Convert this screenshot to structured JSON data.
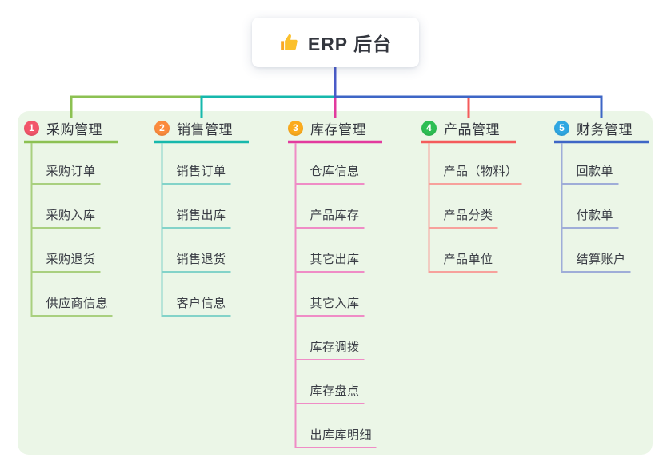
{
  "root": {
    "title": "ERP 后台",
    "icon": "thumbs-up-icon"
  },
  "canvas_bg": "#ebf6e7",
  "connector_color": "#4a5bc8",
  "branches": [
    {
      "number": "1",
      "label": "采购管理",
      "badge_color": "#f2566a",
      "line_color": "#8cc152",
      "light_line_color": "#a9d07f",
      "children": [
        "采购订单",
        "采购入库",
        "采购退货",
        "供应商信息"
      ]
    },
    {
      "number": "2",
      "label": "销售管理",
      "badge_color": "#fb8b3d",
      "line_color": "#16b8ac",
      "light_line_color": "#83d3c9",
      "children": [
        "销售订单",
        "销售出库",
        "销售退货",
        "客户信息"
      ]
    },
    {
      "number": "3",
      "label": "库存管理",
      "badge_color": "#fbab1d",
      "line_color": "#e23a9e",
      "light_line_color": "#ef8cc6",
      "children": [
        "仓库信息",
        "产品库存",
        "其它出库",
        "其它入库",
        "库存调拨",
        "库存盘点",
        "出库库明细"
      ]
    },
    {
      "number": "4",
      "label": "产品管理",
      "badge_color": "#2dbe53",
      "line_color": "#f45b5b",
      "light_line_color": "#f7a19c",
      "children": [
        "产品（物料）",
        "产品分类",
        "产品单位"
      ]
    },
    {
      "number": "5",
      "label": "财务管理",
      "badge_color": "#2fa7e2",
      "line_color": "#3e66c6",
      "light_line_color": "#9fadd8",
      "children": [
        "回款单",
        "付款单",
        "结算账户"
      ]
    }
  ]
}
